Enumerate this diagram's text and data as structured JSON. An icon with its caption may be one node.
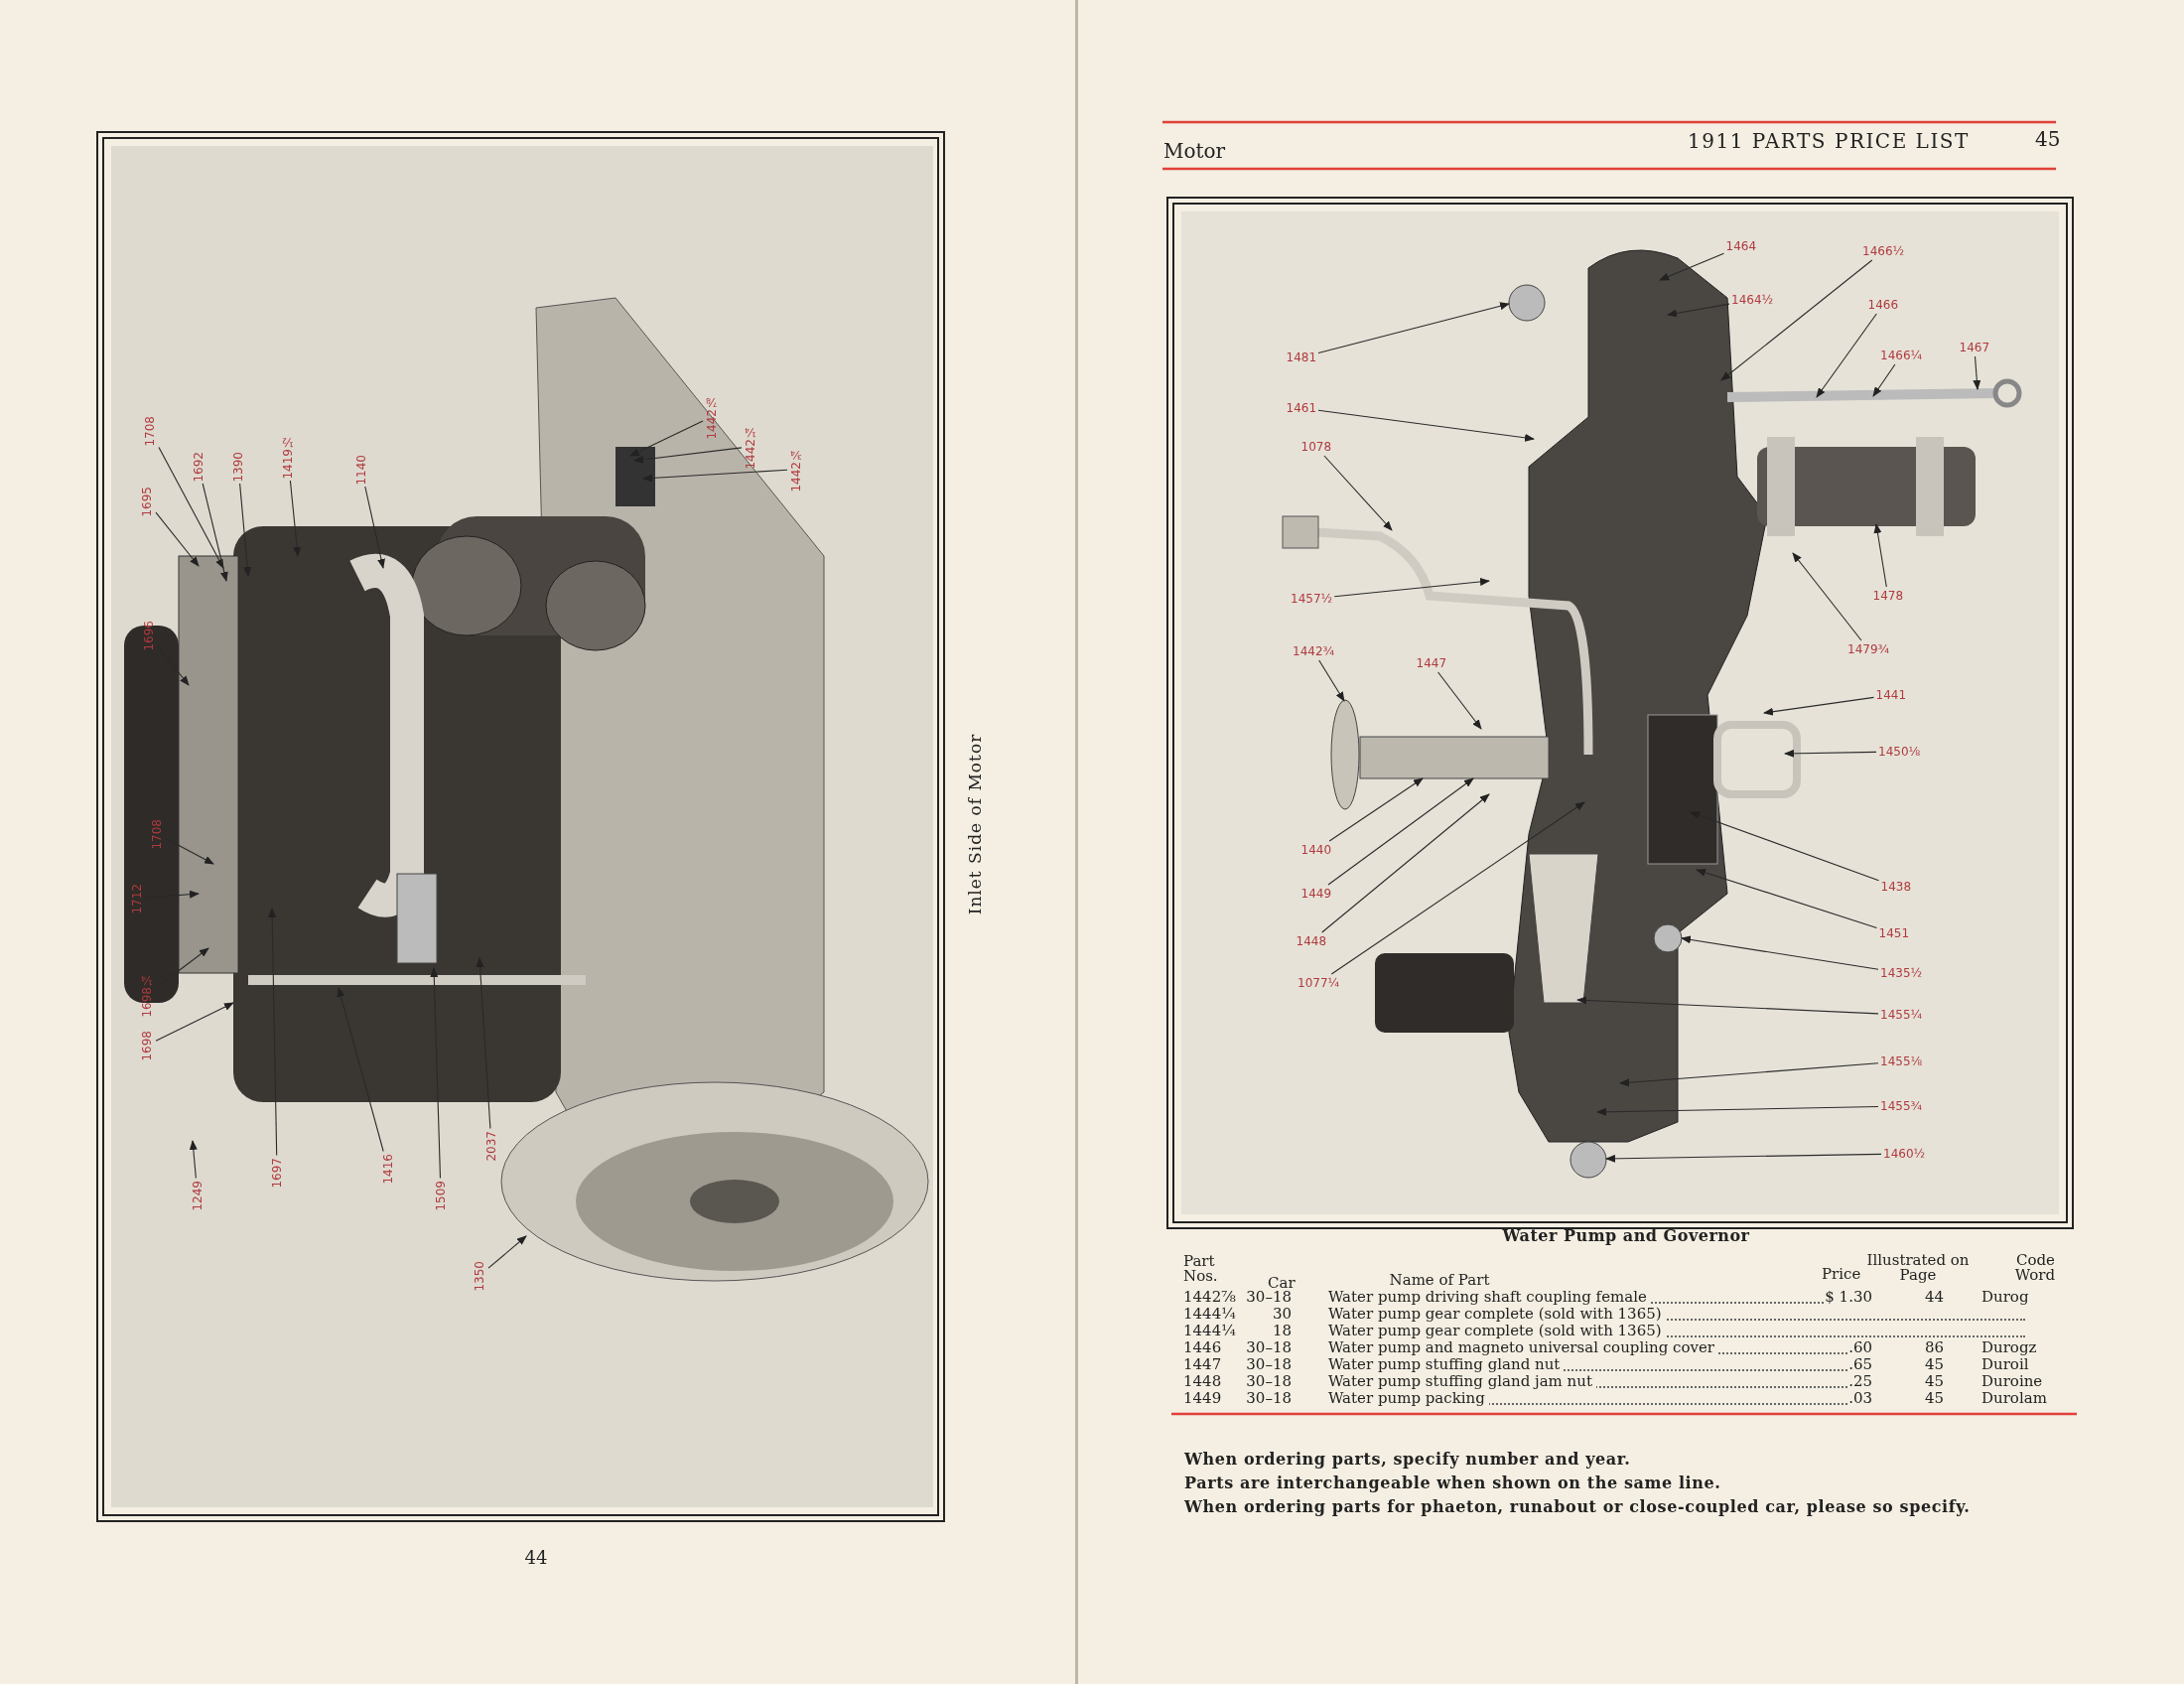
{
  "diagram": {
    "nodes": [
      {
        "text": [
          "1708"
        ]
      },
      {
        "text": [
          "1695"
        ]
      },
      {
        "text": [
          "1696"
        ]
      },
      {
        "text": [
          "1692"
        ]
      },
      {
        "text": [
          "1390"
        ]
      },
      {
        "text": [
          "1419½"
        ]
      },
      {
        "text": [
          "1140"
        ]
      },
      {
        "text": [
          "1442⅞"
        ]
      },
      {
        "text": [
          "1442¼"
        ]
      },
      {
        "text": [
          "1442¾"
        ]
      },
      {
        "text": [
          "1712"
        ]
      },
      {
        "text": [
          "1708"
        ]
      },
      {
        "text": [
          "1698¼"
        ]
      },
      {
        "text": [
          "1698"
        ]
      },
      {
        "text": [
          "1249"
        ]
      },
      {
        "text": [
          "1697"
        ]
      },
      {
        "text": [
          "1416"
        ]
      },
      {
        "text": [
          "1509"
        ]
      },
      {
        "text": [
          "2037"
        ]
      },
      {
        "text": [
          "1350"
        ]
      },
      {
        "text": [
          "1481"
        ]
      },
      {
        "text": [
          "1464"
        ]
      },
      {
        "text": [
          "1464½"
        ]
      },
      {
        "text": [
          "1466½"
        ]
      },
      {
        "text": [
          "1466"
        ]
      },
      {
        "text": [
          "1466¼"
        ]
      },
      {
        "text": [
          "1467"
        ]
      },
      {
        "text": [
          "1461"
        ]
      },
      {
        "text": [
          "1078"
        ]
      },
      {
        "text": [
          "1457½"
        ]
      },
      {
        "text": [
          "1478"
        ]
      },
      {
        "text": [
          "1479¾"
        ]
      },
      {
        "text": [
          "1442¾"
        ]
      },
      {
        "text": [
          "1447"
        ]
      },
      {
        "text": [
          "1441"
        ]
      },
      {
        "text": [
          "1450⅛"
        ]
      },
      {
        "text": [
          "1440"
        ]
      },
      {
        "text": [
          "1449"
        ]
      },
      {
        "text": [
          "1448"
        ]
      },
      {
        "text": [
          "1077¼"
        ]
      },
      {
        "text": [
          "1438"
        ]
      },
      {
        "text": [
          "1451"
        ]
      },
      {
        "text": [
          "1435½"
        ]
      },
      {
        "text": [
          "1455¼"
        ]
      },
      {
        "text": [
          "1455⅛"
        ]
      },
      {
        "text": [
          "1455¾"
        ]
      },
      {
        "text": [
          "1460½"
        ]
      }
    ],
    "edges": [
      {
        "from": 0,
        "to": null,
        "arrow": "to"
      },
      {
        "from": 1,
        "to": null,
        "arrow": "to"
      },
      {
        "from": 2,
        "to": null,
        "arrow": "to"
      },
      {
        "from": 3,
        "to": null,
        "arrow": "to"
      },
      {
        "from": 4,
        "to": null,
        "arrow": "to"
      },
      {
        "from": 5,
        "to": null,
        "arrow": "to"
      },
      {
        "from": 6,
        "to": null,
        "arrow": "to"
      },
      {
        "from": 7,
        "to": null,
        "arrow": "to"
      },
      {
        "from": 8,
        "to": null,
        "arrow": "to"
      },
      {
        "from": 9,
        "to": null,
        "arrow": "to"
      },
      {
        "from": 10,
        "to": null,
        "arrow": "to"
      },
      {
        "from": 11,
        "to": null,
        "arrow": "to"
      },
      {
        "from": 12,
        "to": null,
        "arrow": "to"
      },
      {
        "from": 13,
        "to": null,
        "arrow": "to"
      },
      {
        "from": 14,
        "to": null,
        "arrow": "to"
      },
      {
        "from": 15,
        "to": null,
        "arrow": "to"
      },
      {
        "from": 16,
        "to": null,
        "arrow": "to"
      },
      {
        "from": 17,
        "to": null,
        "arrow": "to"
      },
      {
        "from": 18,
        "to": null,
        "arrow": "to"
      },
      {
        "from": 19,
        "to": null,
        "arrow": "to"
      },
      {
        "from": 20,
        "to": null,
        "arrow": "to"
      },
      {
        "from": 21,
        "to": null,
        "arrow": "to"
      },
      {
        "from": 22,
        "to": null,
        "arrow": "to"
      },
      {
        "from": 23,
        "to": null,
        "arrow": "to"
      },
      {
        "from": 24,
        "to": null,
        "arrow": "to"
      },
      {
        "from": 25,
        "to": null,
        "arrow": "to"
      },
      {
        "from": 26,
        "to": null,
        "arrow": "to"
      },
      {
        "from": 27,
        "to": null,
        "arrow": "to"
      },
      {
        "from": 28,
        "to": null,
        "arrow": "to"
      },
      {
        "from": 29,
        "to": null,
        "arrow": "to"
      },
      {
        "from": 30,
        "to": null,
        "arrow": "to"
      },
      {
        "from": 31,
        "to": null,
        "arrow": "to"
      },
      {
        "from": 32,
        "to": null,
        "arrow": "to"
      },
      {
        "from": 33,
        "to": null,
        "arrow": "to"
      },
      {
        "from": 34,
        "to": null,
        "arrow": "to"
      },
      {
        "from": 35,
        "to": null,
        "arrow": "to"
      },
      {
        "from": 36,
        "to": null,
        "arrow": "to"
      },
      {
        "from": 37,
        "to": null,
        "arrow": "to"
      },
      {
        "from": 38,
        "to": null,
        "arrow": "to"
      },
      {
        "from": 39,
        "to": null,
        "arrow": "to"
      },
      {
        "from": 40,
        "to": null,
        "arrow": "to"
      },
      {
        "from": 41,
        "to": null,
        "arrow": "to"
      },
      {
        "from": 42,
        "to": null,
        "arrow": "to"
      },
      {
        "from": 43,
        "to": null,
        "arrow": "to"
      },
      {
        "from": 44,
        "to": null,
        "arrow": "to"
      },
      {
        "from": 45,
        "to": null,
        "arrow": "to"
      },
      {
        "from": 46,
        "to": null,
        "arrow": "to"
      }
    ],
    "labels": [
      "Inlet Side of Motor",
      "44",
      "Motor",
      "1911 PARTS PRICE LIST",
      "45",
      "Water Pump and Governor",
      "Part Nos.",
      "Car",
      "Name of Part",
      "Price",
      "Illustrated on Page",
      "Code Word",
      "1442⅞",
      "30–18",
      "Water pump driving shaft coupling female",
      "$ 1.30",
      "44",
      "Durog",
      "1444¼",
      "30",
      "Water pump gear complete (sold with 1365)",
      "1444¼",
      "18",
      "Water pump gear complete (sold with 1365)",
      "1446",
      "30–18",
      "Water pump and magneto universal coupling cover",
      ".60",
      "86",
      "Durogz",
      "1447",
      "30–18",
      "Water pump stuffing gland nut",
      ".65",
      "45",
      "Duroil",
      "1448",
      "30–18",
      "Water pump stuffing gland jam nut",
      ".25",
      "45",
      "Duroine",
      "1449",
      "30–18",
      "Water pump packing",
      ".03",
      "45",
      "Durolam",
      "When ordering parts, specify number and year.",
      "Parts are interchangeable when shown on the same line.",
      "When ordering parts for phaeton, runabout or close-coupled car, please so specify."
    ]
  }
}
